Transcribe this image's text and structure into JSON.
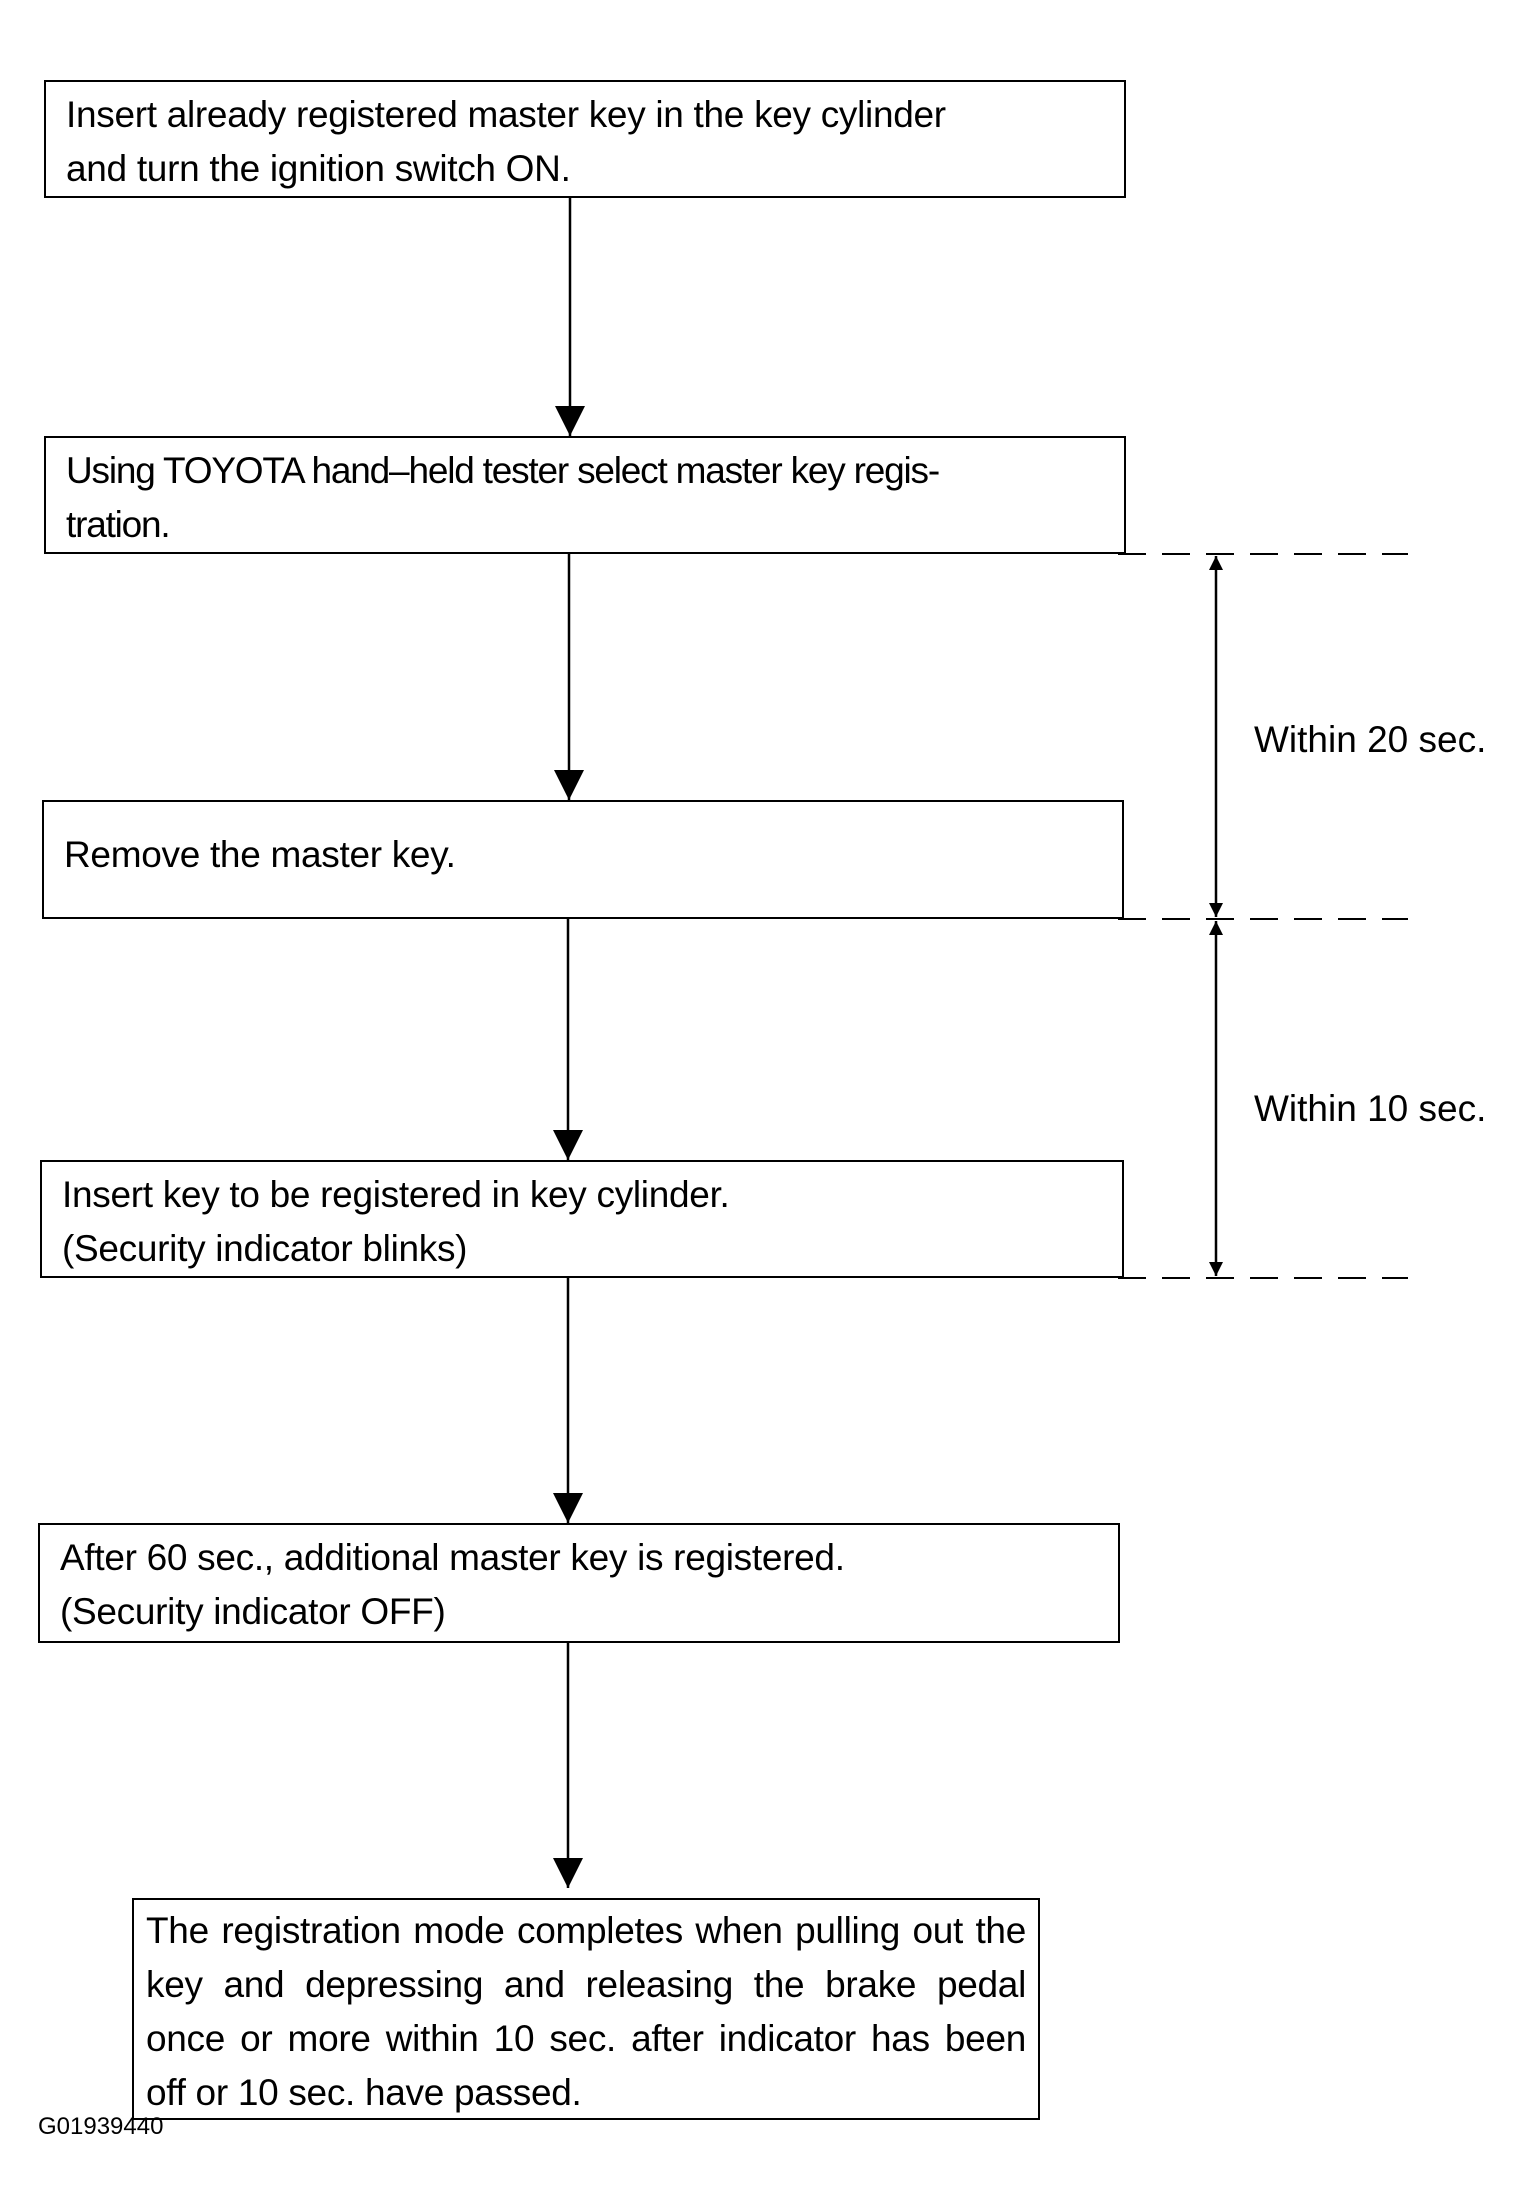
{
  "steps": [
    "Insert already registered master key in the key cylinder\nand turn the ignition switch ON.",
    "Using TOYOTA hand–held tester select master key regis-\ntration.",
    "Remove the master key.",
    "Insert key to be registered in key cylinder.\n(Security indicator blinks)",
    "After 60 sec., additional master key is registered.\n(Security indicator OFF)",
    "The registration mode completes when pulling out the key and depressing and releasing the brake pedal once or more within 10 sec. after indicator has been off or 10 sec. have passed."
  ],
  "timings": [
    "Within 20 sec.",
    "Within 10 sec."
  ],
  "figure_id": "G01939440",
  "colors": {
    "line": "#000000",
    "background": "#ffffff"
  }
}
